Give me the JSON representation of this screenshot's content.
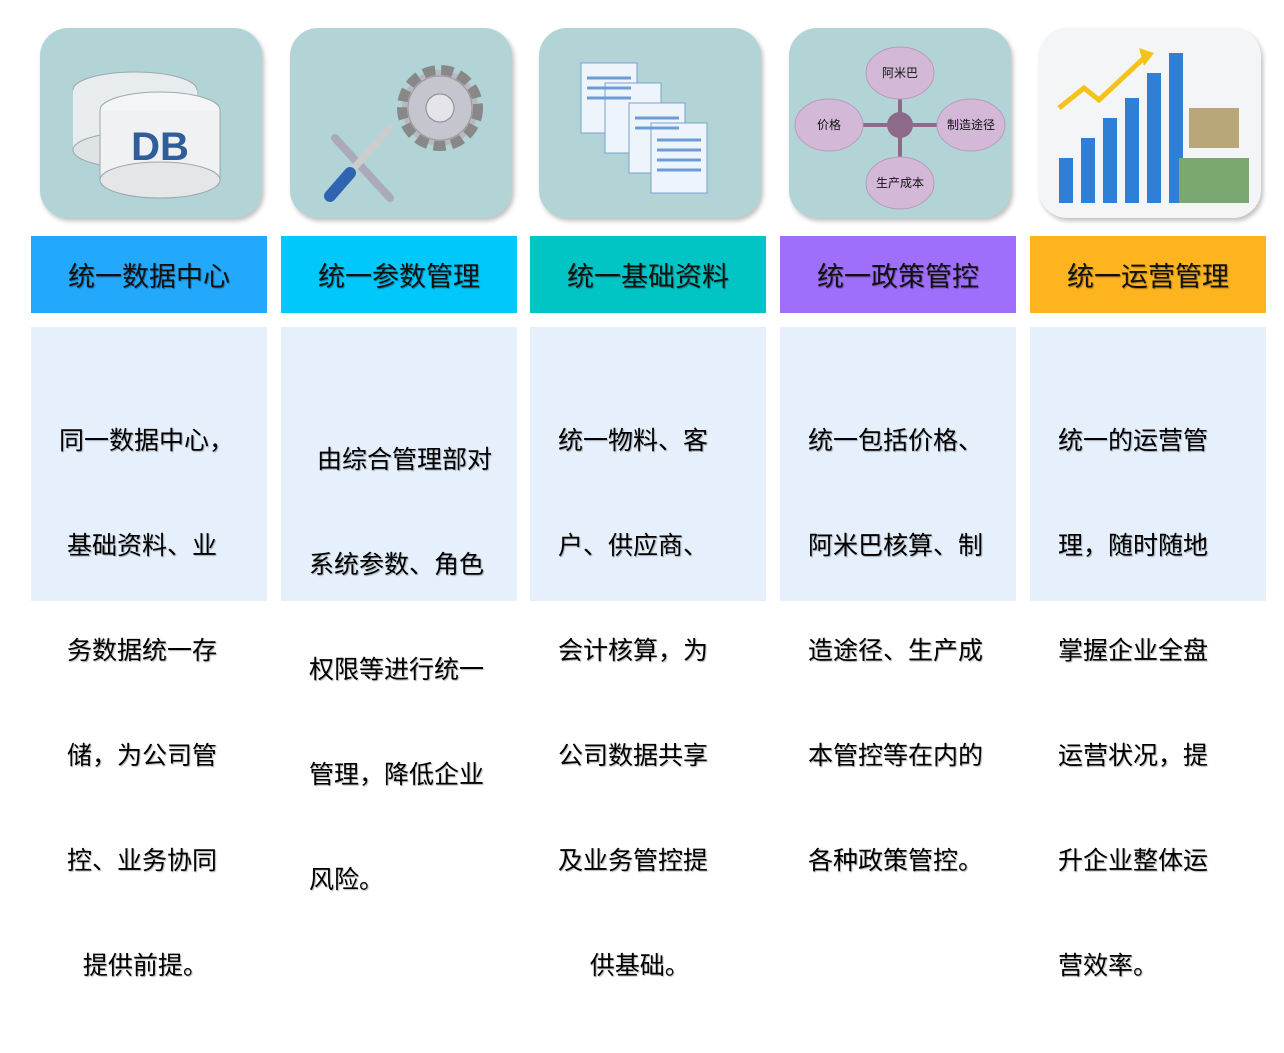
{
  "columns": [
    {
      "title": "统一数据中心",
      "color": "#22a9fc",
      "icon": "database-icon",
      "icon_label": "DB",
      "lines": [
        "同一数据中心，",
        " 基础资料、业",
        " 务数据统一存",
        " 储，为公司管",
        " 控、业务协同",
        "   提供前提。"
      ]
    },
    {
      "title": "统一参数管理",
      "color": "#00c8fb",
      "icon": "tools-gear-icon",
      "lines": [
        " 由综合管理部对",
        "系统参数、角色",
        "权限等进行统一",
        "管理，降低企业",
        "风险。"
      ]
    },
    {
      "title": "统一基础资料",
      "color": "#00c5c4",
      "icon": "documents-icon",
      "lines": [
        "统一物料、客",
        "户、供应商、",
        "会计核算，为",
        "公司数据共享",
        "及业务管控提",
        "    供基础。"
      ]
    },
    {
      "title": "统一政策管控",
      "color": "#9f6ffb",
      "icon": "policy-diagram-icon",
      "nodes": [
        "阿米巴",
        "价格",
        "制造途径",
        "生产成本"
      ],
      "lines": [
        "统一包括价格、",
        "阿米巴核算、制",
        "造途径、生产成",
        "本管控等在内的",
        "各种政策管控。"
      ]
    },
    {
      "title": "统一运营管理",
      "color": "#fdb41e",
      "icon": "growth-chart-icon",
      "lines": [
        "统一的运营管",
        "理，随时随地",
        "掌握企业全盘",
        "运营状况，提",
        "升企业整体运",
        "营效率。"
      ]
    }
  ]
}
